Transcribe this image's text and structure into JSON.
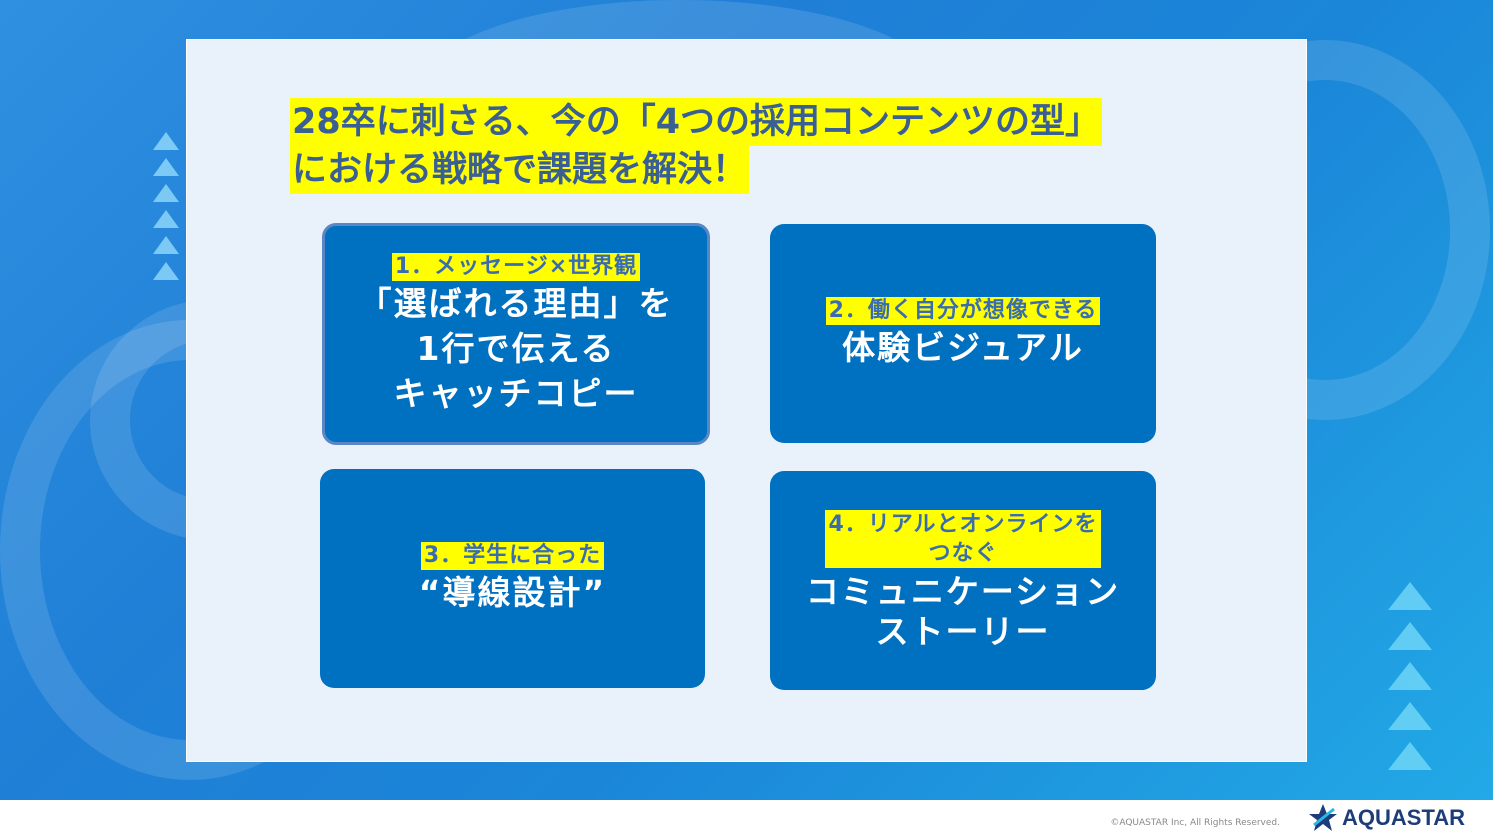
{
  "title": {
    "line1": "28卒に刺さる、今の「4つの採用コンテンツの型」",
    "line2": "における戦略で課題を解決！"
  },
  "cards": [
    {
      "sub": "1．メッセージ×世界観",
      "main": "「選ばれる理由」を\n1行で伝える\nキャッチコピー"
    },
    {
      "sub": "2．働く自分が想像できる",
      "main": "体験ビジュアル"
    },
    {
      "sub": "3．学生に合った",
      "main": "“導線設計”"
    },
    {
      "sub": "4．リアルとオンラインを\nつなぐ",
      "main": "コミュニケーション\nストーリー"
    }
  ],
  "footer": {
    "copyright": "©AQUASTAR Inc, All Rights Reserved.",
    "logo": "AQUASTAR"
  },
  "colors": {
    "card": "#0070c0",
    "highlight": "#ffff00",
    "title": "#3a5f94"
  }
}
